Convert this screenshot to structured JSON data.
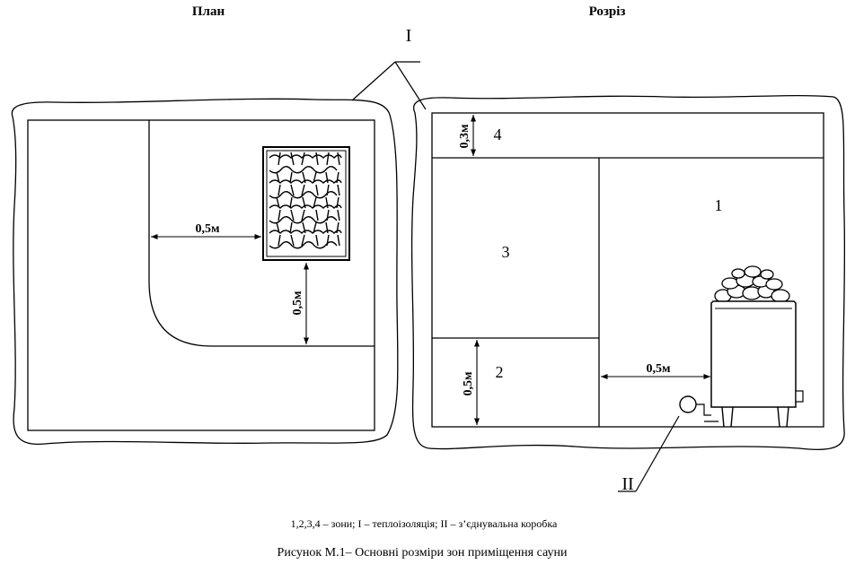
{
  "titles": {
    "plan": "План",
    "section": "Розріз"
  },
  "markers": {
    "insulation": "I",
    "junction_box": "II"
  },
  "dimensions": {
    "plan_horizontal": "0,5м",
    "plan_vertical": "0,5м",
    "zone4_height": "0,3м",
    "zone2_height": "0,5м",
    "heater_gap": "0,5м"
  },
  "zones": {
    "z1": "1",
    "z2": "2",
    "z3": "3",
    "z4": "4"
  },
  "legend": "1,2,3,4 – зони; I – теплоізоляція;  II – з’єднувальна коробка",
  "caption": "Рисунок  М.1– Основні розміри зон приміщення сауни"
}
